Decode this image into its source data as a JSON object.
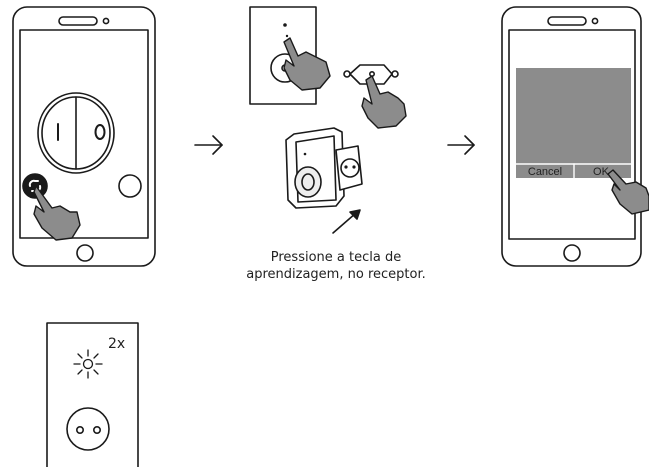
{
  "instruction": {
    "line1": "Pressione a tecla de",
    "line2": "aprendizagem, no receptor."
  },
  "dialog": {
    "cancel_label": "Cancel",
    "ok_label": "OK"
  },
  "switch_symbols": {
    "off": "I",
    "on": "O"
  },
  "blink": {
    "count_label": "2x"
  },
  "colors": {
    "stroke": "#1a1a1a",
    "dialog_gray": "#8c8c8c",
    "fill_light": "#ffffff"
  }
}
